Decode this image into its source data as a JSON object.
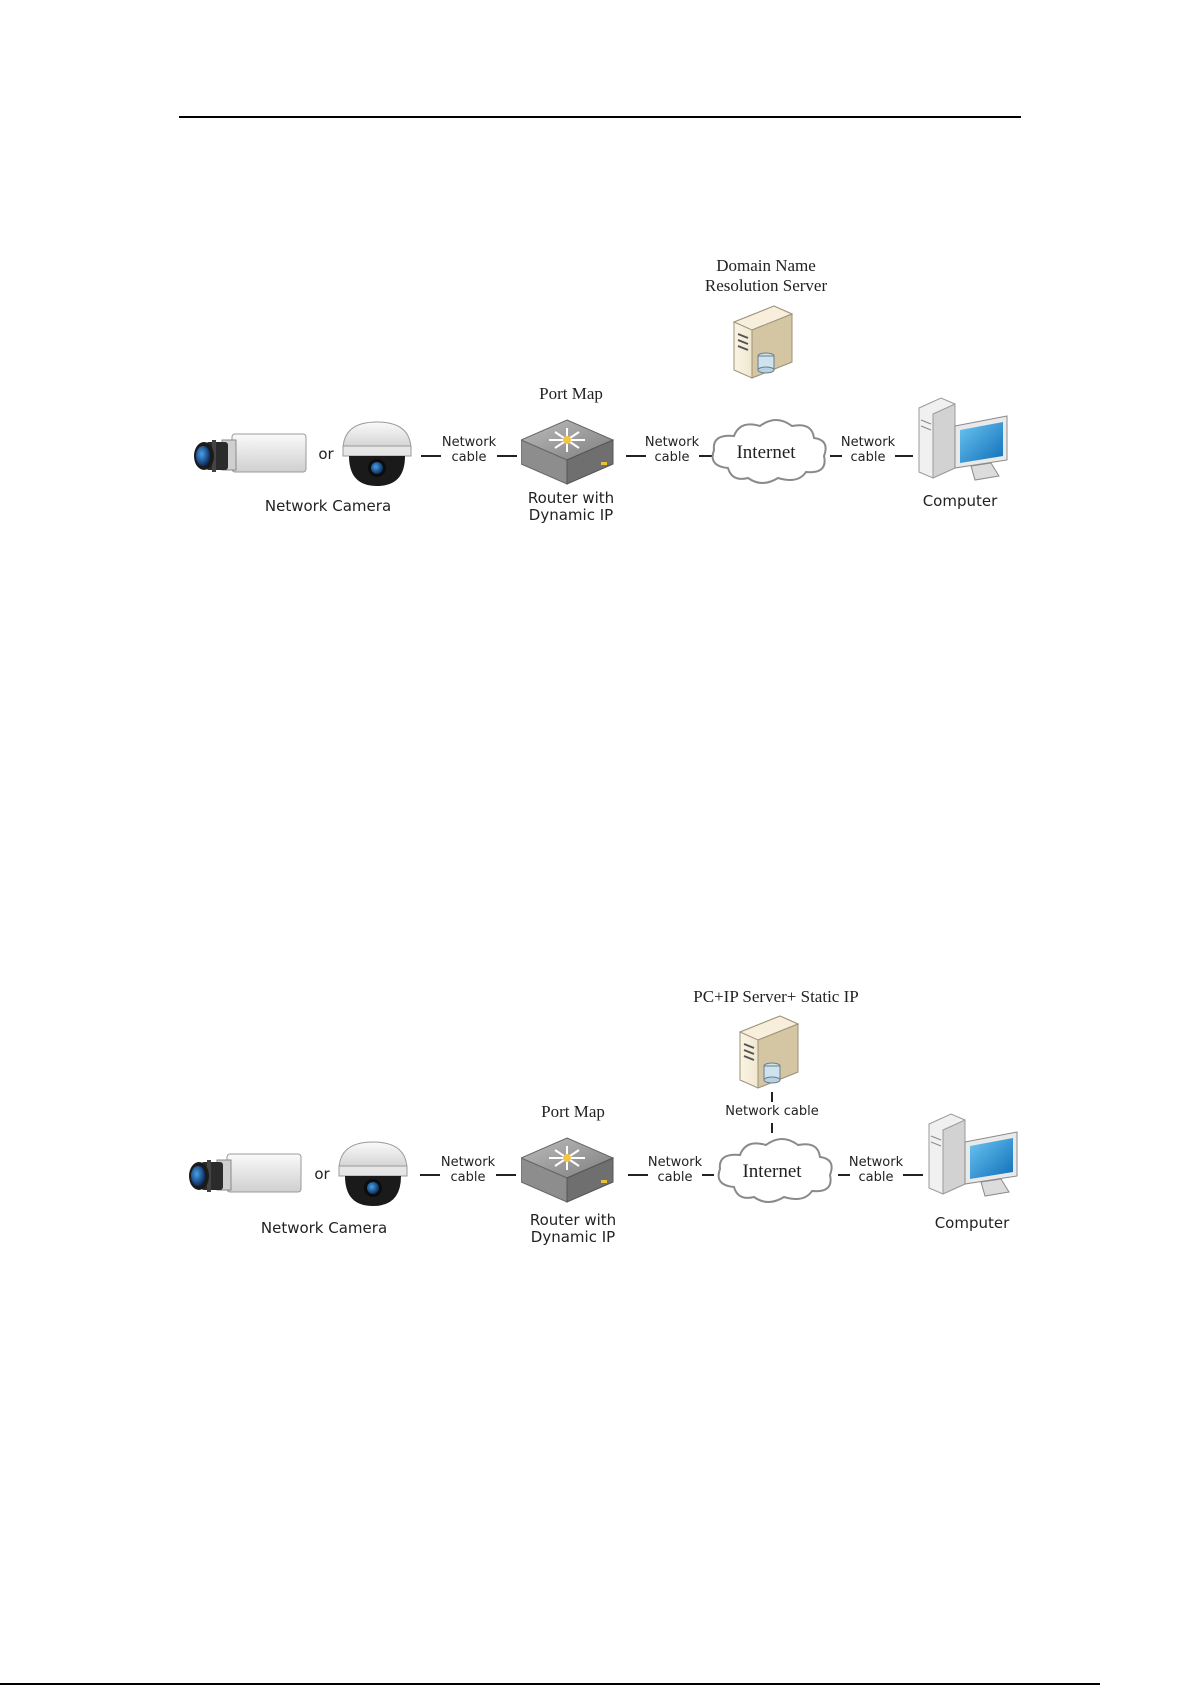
{
  "diagram1": {
    "server_title_line1": "Domain Name",
    "server_title_line2": "Resolution Server",
    "port_map": "Port Map",
    "cable1": [
      "Network",
      "cable"
    ],
    "cable2": [
      "Network",
      "cable"
    ],
    "cable3": [
      "Network",
      "cable"
    ],
    "or": "or",
    "camera_label": "Network Camera",
    "router_label_line1": "Router  with",
    "router_label_line2": "Dynamic IP",
    "internet": "Internet",
    "computer_label": "Computer"
  },
  "diagram2": {
    "server_title": "PC+IP Server+ Static IP",
    "server_cable": "Network cable",
    "port_map": "Port Map",
    "cable1": [
      "Network",
      "cable"
    ],
    "cable2": [
      "Network",
      "cable"
    ],
    "cable3": [
      "Network",
      "cable"
    ],
    "or": "or",
    "camera_label": "Network Camera",
    "router_label_line1": "Router  with",
    "router_label_line2": "Dynamic IP",
    "internet": "Internet",
    "computer_label": "Computer"
  },
  "colors": {
    "lens_blue": "#1a5fa8",
    "screen_blue": "#1e8ad6",
    "server_beige": "#efe6cf",
    "router_gray": "#8a8a8a"
  }
}
